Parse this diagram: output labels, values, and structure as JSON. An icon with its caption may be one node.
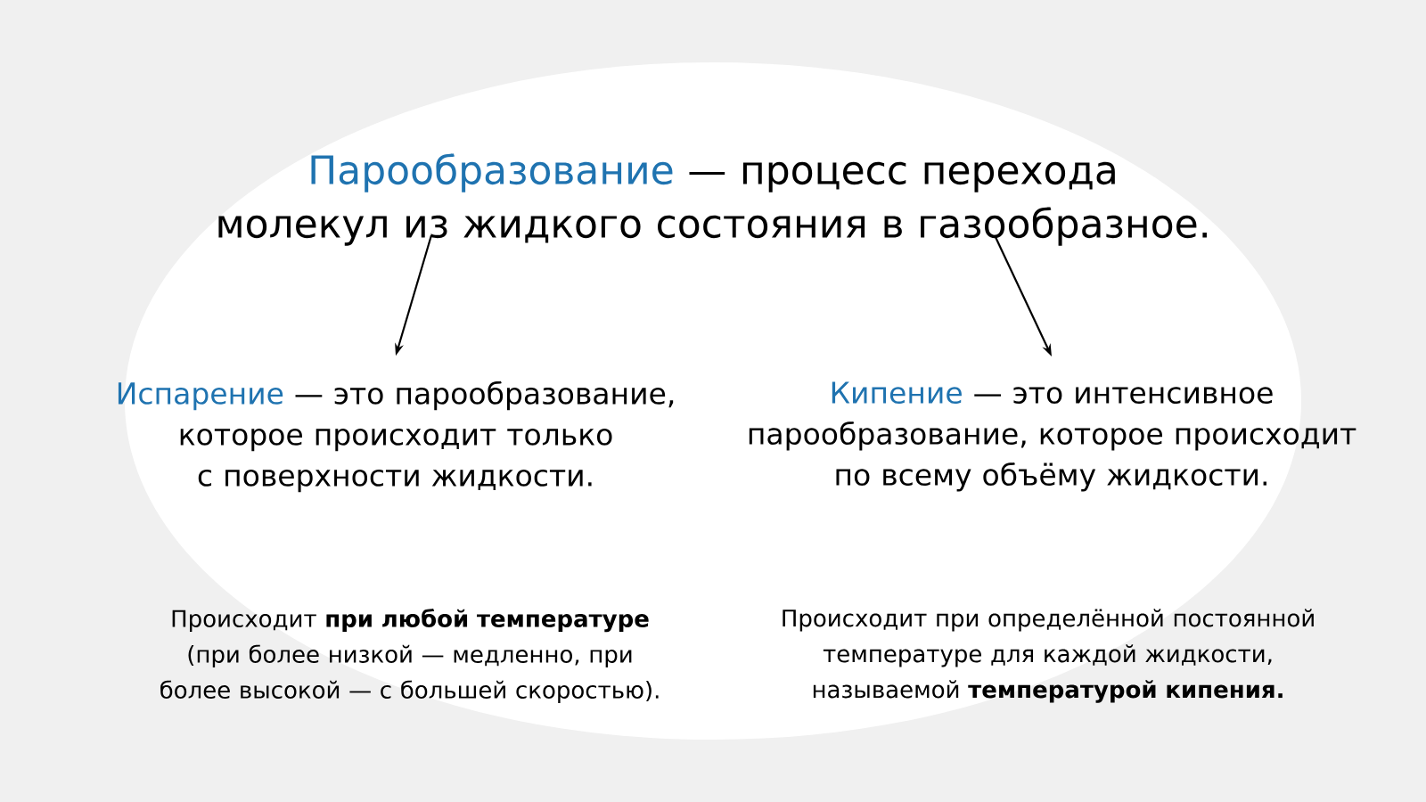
{
  "diagram": {
    "nodes": [
      {
        "text": [
          "Парообразование",
          "— процесс перехода молекул из жидкого состояния в газообразное."
        ]
      },
      {
        "text": [
          "Испарение",
          "— это парообразование, которое происходит только с поверхности жидкости."
        ]
      },
      {
        "text": [
          "Кипение",
          "— это интенсивное парообразование, которое происходит по всему объёму жидкости."
        ]
      }
    ],
    "edges": [
      {
        "from": 0,
        "to": 1,
        "arrow": "to"
      },
      {
        "from": 0,
        "to": 2,
        "arrow": "to"
      }
    ],
    "labels": [
      "Происходит **при любой температуре** (при более низкой — медленно, при более высокой — с большей скоростью).",
      "Происходит при определённой постоянной температуре для каждой жидкости, называемой **температурой кипения.**"
    ]
  }
}
